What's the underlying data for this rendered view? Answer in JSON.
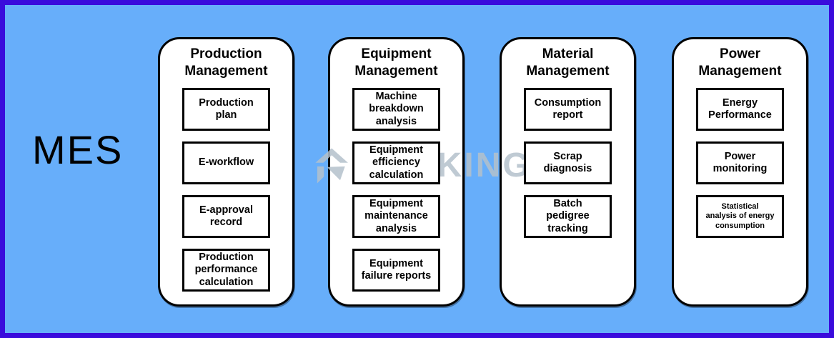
{
  "diagram": {
    "title": "MES"
  },
  "watermark": {
    "text": "TRUKING",
    "icon": "truking-logo"
  },
  "colors": {
    "background": "#67aefa",
    "frame_border": "#3a0bdc",
    "panel_background": "#ffffff",
    "panel_border": "#000000",
    "text": "#000000",
    "watermark": "#b4c1cc"
  },
  "columns": [
    {
      "title": "Production\nManagement",
      "items": [
        "Production\nplan",
        "E-workflow",
        "E-approval\nrecord",
        "Production\nperformance\ncalculation"
      ]
    },
    {
      "title": "Equipment\nManagement",
      "items": [
        "Machine\nbreakdown\nanalysis",
        "Equipment\nefficiency\ncalculation",
        "Equipment\nmaintenance\nanalysis",
        "Equipment\nfailure reports"
      ]
    },
    {
      "title": "Material\nManagement",
      "items": [
        "Consumption\nreport",
        "Scrap\ndiagnosis",
        "Batch\npedigree\ntracking"
      ]
    },
    {
      "title": "Power\nManagement",
      "items": [
        "Energy\nPerformance",
        "Power\nmonitoring",
        "Statistical\nanalysis of energy\nconsumption"
      ]
    }
  ]
}
